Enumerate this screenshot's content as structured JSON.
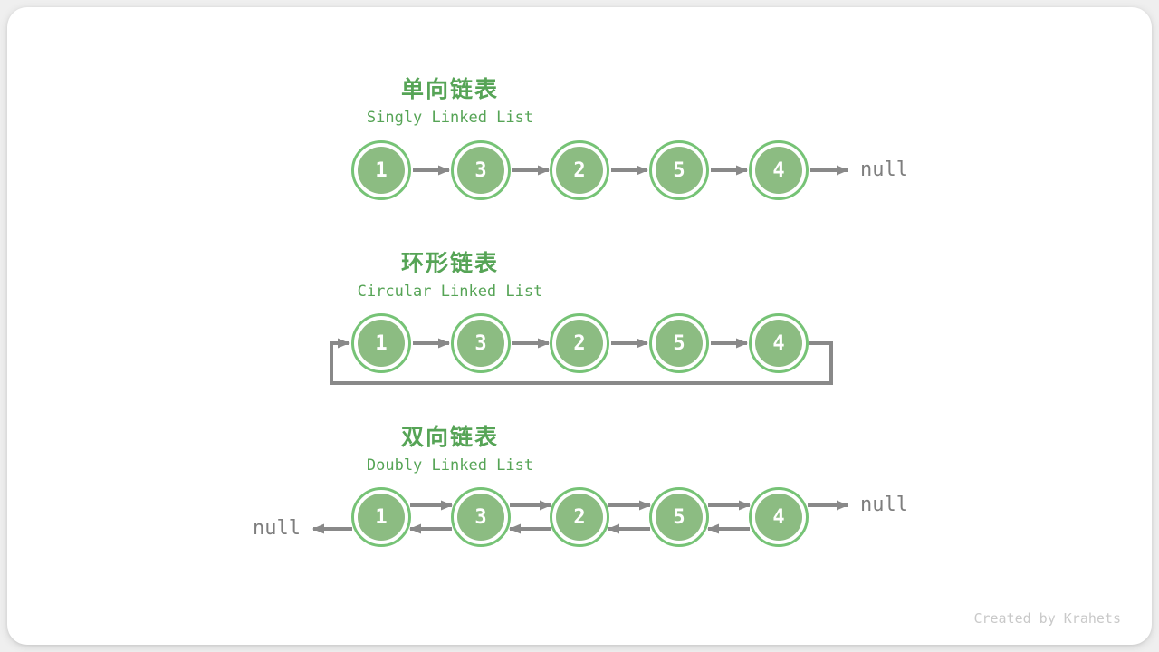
{
  "page": {
    "credit": "Created by Krahets"
  },
  "labels": {
    "null": "null"
  },
  "colors": {
    "background": "#efefef",
    "card": "#ffffff",
    "title_green": "#56a456",
    "node_fill": "#8cbc82",
    "node_ring": "#76c376",
    "node_text": "#ffffff",
    "arrow_gray": "#898989",
    "null_gray": "#7e7e7e",
    "credit_gray": "#c9c9c9"
  },
  "sections": [
    {
      "id": "singly",
      "title": "单向链表",
      "subtitle": "Singly Linked List",
      "nodes": [
        "1",
        "3",
        "2",
        "5",
        "4"
      ],
      "tail_label": "null"
    },
    {
      "id": "circular",
      "title": "环形链表",
      "subtitle": "Circular Linked List",
      "nodes": [
        "1",
        "3",
        "2",
        "5",
        "4"
      ]
    },
    {
      "id": "doubly",
      "title": "双向链表",
      "subtitle": "Doubly Linked List",
      "nodes": [
        "1",
        "3",
        "2",
        "5",
        "4"
      ],
      "head_label": "null",
      "tail_label": "null"
    }
  ]
}
